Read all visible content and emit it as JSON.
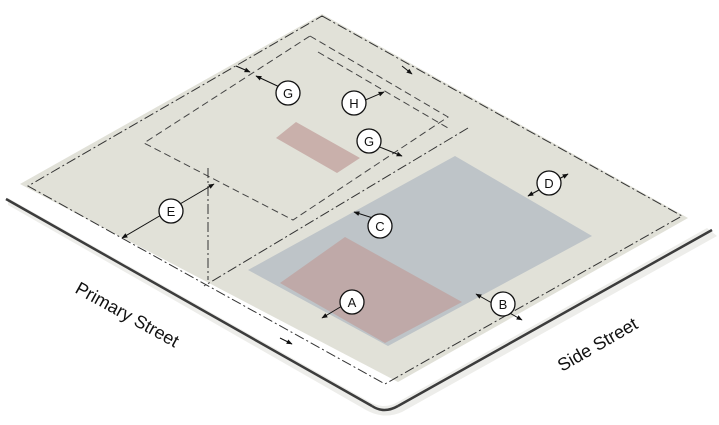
{
  "streets": {
    "primary": "Primary Street",
    "side": "Side Street"
  },
  "labels": {
    "a": "A",
    "b": "B",
    "c": "C",
    "d": "D",
    "e": "E",
    "g1": "G",
    "g2": "G",
    "h": "H"
  },
  "colors": {
    "lot": "#e1e1d8",
    "sidewalk": "#ededea",
    "curb": "#3c3c3c",
    "buildable_area": "#bec4c8",
    "main_building": "#bfa9a8",
    "accessory_building": "#c9b0ab"
  }
}
